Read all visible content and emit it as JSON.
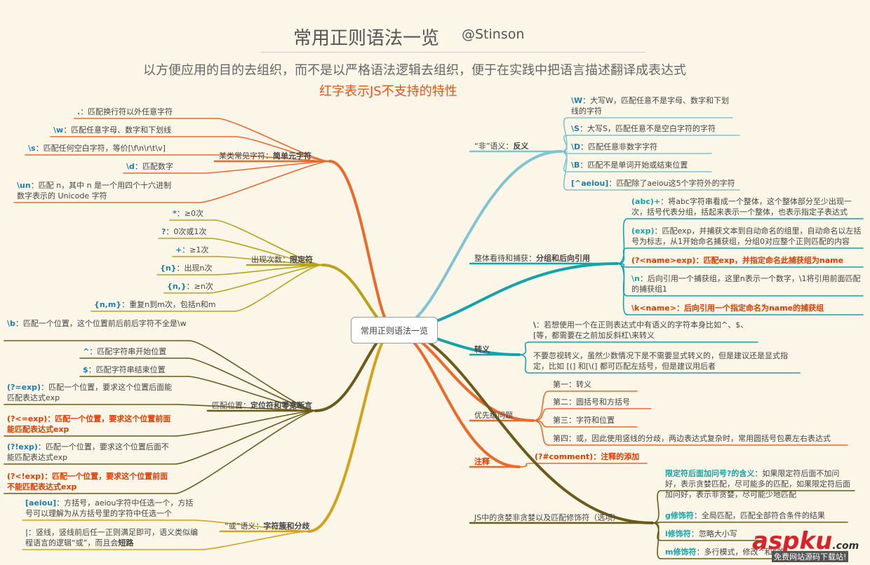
{
  "header": {
    "title": "常用正则语法一览",
    "author": "@Stinson",
    "subtitle": "以方便应用的目的去组织，而不是以严格语法逻辑去组织，便于在实践中把语言描述翻译成表达式",
    "note": "红字表示JS不支持的特性"
  },
  "center": "常用正则语法一览",
  "colors": {
    "orange": "#ea6a2c",
    "yellow": "#d4a21a",
    "brown": "#6b5a1a",
    "olive": "#b9a21a",
    "teal": "#14a3a8",
    "lightblue": "#7fc4d0",
    "red": "#e03b00"
  },
  "branches": {
    "simple": {
      "label": "某类常见字符：",
      "bold": "简单元字符",
      "items": [
        {
          "key": ".",
          "text": "：匹配换行符以外任意字符"
        },
        {
          "key": "\\w",
          "text": "：匹配任意字母、数字和下划线"
        },
        {
          "key": "\\s",
          "text": "：匹配任何空白字符，等价[\\f\\n\\r\\t\\v]"
        },
        {
          "key": "\\d",
          "text": "：匹配数字"
        },
        {
          "key": "\\un",
          "text": "：匹配 n，其中 n 是一个用四个十六进制数字表示的 Unicode 字符"
        }
      ]
    },
    "quant": {
      "label": "出现次数：",
      "bold": "限定符",
      "items": [
        {
          "key": "*",
          "text": "：≥0次"
        },
        {
          "key": "?",
          "text": "：0次或1次"
        },
        {
          "key": "+",
          "text": "：≥1次"
        },
        {
          "key": "{n}",
          "text": "：出现n次"
        },
        {
          "key": "{n,}",
          "text": "：≥n次"
        },
        {
          "key": "{n,m}",
          "text": "：重复n到m次，包括n和m"
        }
      ]
    },
    "anchor": {
      "label": "匹配位置：",
      "bold": "定位符和零宽断言",
      "items": [
        {
          "key": "\\b",
          "text": "：匹配一个位置，这个位置前后前后字符不全是\\w"
        },
        {
          "key": "^",
          "text": "：匹配字符串开始位置"
        },
        {
          "key": "$",
          "text": "：匹配字符串结束位置"
        },
        {
          "key": "(?=exp)",
          "text": "：匹配一个位置，要求这个位置后面能匹配表达式exp"
        },
        {
          "key": "(?<=exp)",
          "text": "：匹配一个位置，要求这个位置前面能匹配表达式exp",
          "red": true
        },
        {
          "key": "(?!exp)",
          "text": "：匹配一个位置，要求这个位置后面不能匹配表达式exp"
        },
        {
          "key": "(?<!exp)",
          "text": "：匹配一个位置，要求这个位置前面不能匹配表达式exp",
          "red": true
        }
      ]
    },
    "or": {
      "label": "“或”语义：",
      "bold": "字符簇和分歧",
      "items": [
        {
          "key": "[aeiou]",
          "text": "：方括号，aeiou字符中任选一个，方括号可以理解为从方括号里的字符中任选一个"
        },
        {
          "key": "|",
          "text": "：竖线，竖线前后任一正则满足即可，语义类似编程语言的逻辑“或”，而且会",
          "bold2": "短路"
        }
      ]
    },
    "neg": {
      "label": "“非”语义：",
      "bold": "反义",
      "items": [
        {
          "key": "\\W",
          "text": "：大写W，匹配任意不是字母、数字和下划线的字符"
        },
        {
          "key": "\\S",
          "text": "：大写S，匹配任意不是空白字符的字符"
        },
        {
          "key": "\\D",
          "text": "：匹配任意非数字字符"
        },
        {
          "key": "\\B",
          "text": "：匹配不是单词开始或结束位置"
        },
        {
          "key": "[^aeiou]",
          "text": "：匹配除了aeiou这5个字符外的字符"
        }
      ]
    },
    "group": {
      "label": "整体看待和捕获：",
      "bold": "分组和后向引用",
      "items": [
        {
          "key": "(abc)+",
          "text": "：将abc字符串看成一个整体，这个整体部分至少出现一次，括号代表分组，括起来表示一个整体，也表示指定子表达式"
        },
        {
          "key": "(exp)",
          "text": "：匹配exp，并捕获文本到自动命名的组里，自动命名以左括号为标志，从1开始命名捕获组，分组0对应整个正则匹配的内容"
        },
        {
          "key": "(?<name>exp)",
          "text": "：匹配exp，并指定命名此捕获组为name",
          "red": true
        },
        {
          "key": "\\n",
          "text": "：后向引用一个捕获组，这里n表示一个数字，\\1将引用前面匹配的捕获组1"
        },
        {
          "key": "\\k<name>",
          "text": "：后向引用一个指定命名为name的捕获组",
          "red": true
        }
      ]
    },
    "escape": {
      "label": "",
      "bold": "转义",
      "items": [
        {
          "key": "\\",
          "text": "：若想使用一个在正则表达式中有语义的字符本身比如^、$、[等，都需要在之前加反斜杠\\来转义"
        },
        {
          "key": "",
          "text": "不要忽视转义，虽然少数情况下是不需要显式转义的，但是建议还是显式指定，比如 [(] 和[\\(] 都可匹配左括号，但是建议用后者"
        }
      ]
    },
    "priority": {
      "label": "优先级问题",
      "bold": "",
      "items": [
        {
          "key": "",
          "text": "第一：转义"
        },
        {
          "key": "",
          "text": "第二：圆括号和方括号"
        },
        {
          "key": "",
          "text": "第三：字符和位置"
        },
        {
          "key": "",
          "text": "第四：或，因此使用竖线的分歧，两边表达式复杂时，常用圆括号包裹左右表达式"
        }
      ]
    },
    "comment": {
      "label": "",
      "bold": "注释",
      "items": [
        {
          "key": "(?#comment)",
          "text": "：注释的添加",
          "red": true
        }
      ]
    },
    "greedy": {
      "label": "JS中的贪婪非贪婪以及匹配修饰符（选项）",
      "bold": "",
      "items": [
        {
          "key": "限定符后面加问号?的含义",
          "text": "：如果限定符后面不加问好，表示贪婪匹配，尽可能多的匹配，如果限定符后面加问好，表示非贪婪，尽可能少地匹配"
        },
        {
          "key": "g修饰符",
          "text": "：全局匹配，匹配全部符合条件的结果"
        },
        {
          "key": "i修饰符",
          "text": "：忽略大小写"
        },
        {
          "key": "m修饰符",
          "text": "：多行模式，修改^和$的"
        }
      ]
    }
  },
  "watermark": {
    "logo": "aspku",
    "com": ".com",
    "tag": "免费网站源码下载站!"
  }
}
